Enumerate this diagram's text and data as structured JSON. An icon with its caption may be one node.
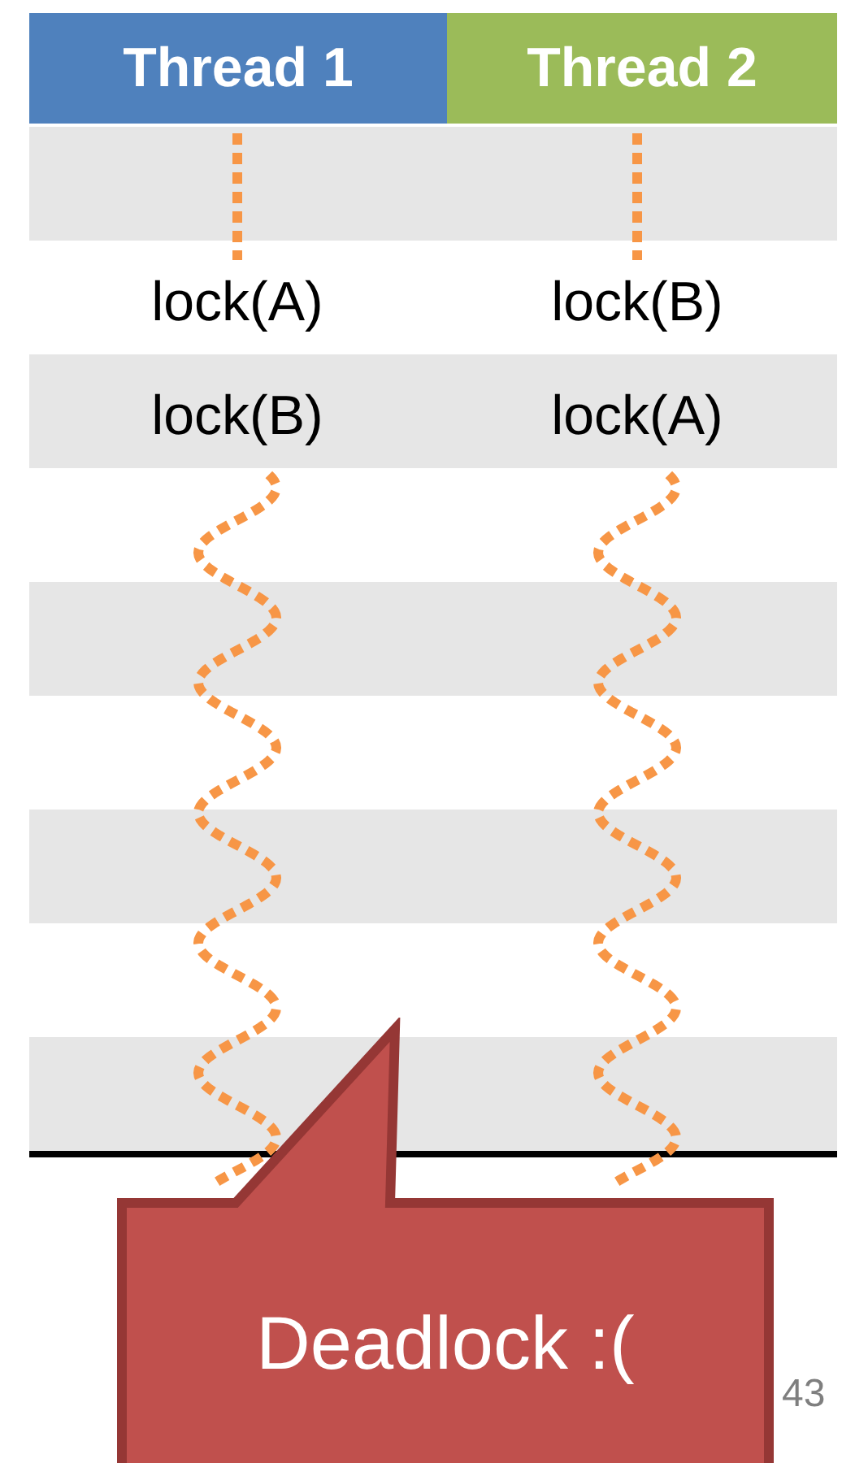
{
  "diagram": {
    "nodes": [
      {
        "text": [
          "Deadlock :("
        ]
      }
    ],
    "edges": [],
    "labels": [
      "Thread 1",
      "Thread 2",
      "lock(A)",
      "lock(B)",
      "lock(B)",
      "lock(A)",
      "43"
    ]
  }
}
